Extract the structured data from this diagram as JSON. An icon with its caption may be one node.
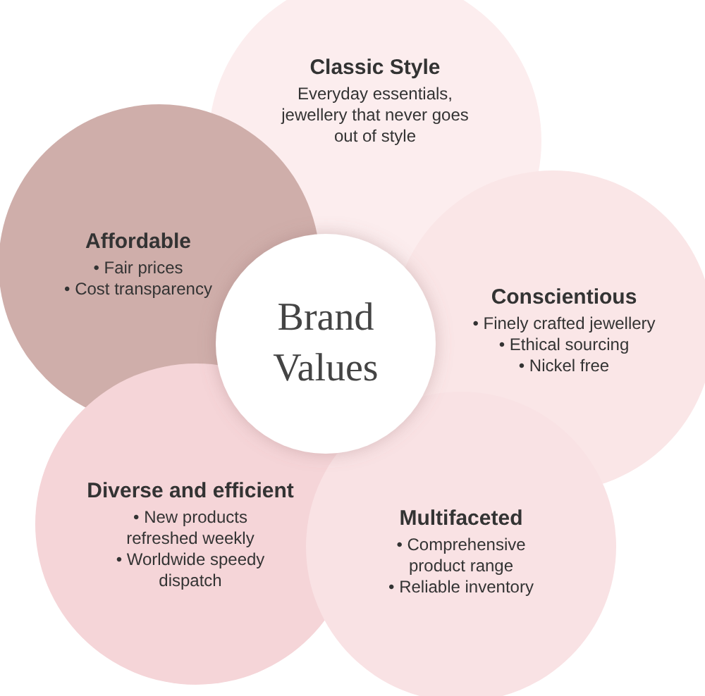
{
  "diagram": {
    "nodes": [
      {
        "text": [
          "Classic Style",
          "Everyday essentials, jewellery that never goes out of style"
        ]
      },
      {
        "text": [
          "Affordable",
          "• Fair prices",
          "• Cost transparency"
        ]
      },
      {
        "text": [
          "Brand Values"
        ]
      },
      {
        "text": [
          "Conscientious",
          "• Finely crafted jewellery",
          "• Ethical sourcing",
          "• Nickel free"
        ]
      },
      {
        "text": [
          "Diverse and efficient",
          "• New products refreshed weekly",
          "• Worldwide speedy dispatch"
        ]
      },
      {
        "text": [
          "Multifaceted",
          "• Comprehensive product range",
          "• Reliable inventory"
        ]
      }
    ]
  }
}
